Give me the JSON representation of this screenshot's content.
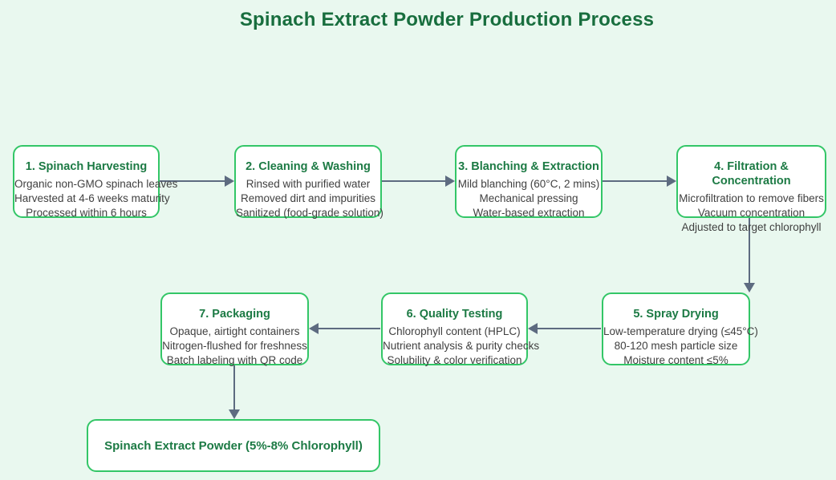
{
  "diagram": {
    "title": "Spinach Extract Powder Production Process",
    "colors": {
      "background": "#e9f8ef",
      "node_border": "#33c667",
      "node_fill": "#ffffff",
      "title_text": "#186e3e",
      "node_title_text": "#1c7a44",
      "body_text": "#404040",
      "arrow": "#5d6b80"
    },
    "steps": [
      {
        "title": "1. Spinach Harvesting",
        "lines": [
          "Organic non-GMO spinach leaves",
          "Harvested at 4-6 weeks maturity",
          "Processed within 6 hours"
        ]
      },
      {
        "title": "2. Cleaning & Washing",
        "lines": [
          "Rinsed with purified water",
          "Removed dirt and impurities",
          "Sanitized (food-grade solution)"
        ]
      },
      {
        "title": "3. Blanching & Extraction",
        "lines": [
          "Mild blanching (60°C, 2 mins)",
          "Mechanical pressing",
          "Water-based extraction"
        ]
      },
      {
        "title": "4. Filtration & Concentration",
        "lines": [
          "Microfiltration to remove fibers",
          "Vacuum concentration",
          "Adjusted to target chlorophyll"
        ]
      },
      {
        "title": "5. Spray Drying",
        "lines": [
          "Low-temperature drying (≤45°C)",
          "80-120 mesh particle size",
          "Moisture content ≤5%"
        ]
      },
      {
        "title": "6. Quality Testing",
        "lines": [
          "Chlorophyll content (HPLC)",
          "Nutrient analysis & purity checks",
          "Solubility & color verification"
        ]
      },
      {
        "title": "7. Packaging",
        "lines": [
          "Opaque, airtight containers",
          "Nitrogen-flushed for freshness",
          "Batch labeling with QR code"
        ]
      }
    ],
    "final_node": {
      "label": "Spinach Extract Powder (5%-8% Chlorophyll)"
    },
    "edges": [
      {
        "from": "step-1",
        "to": "step-2",
        "direction": "right"
      },
      {
        "from": "step-2",
        "to": "step-3",
        "direction": "right"
      },
      {
        "from": "step-3",
        "to": "step-4",
        "direction": "right"
      },
      {
        "from": "step-4",
        "to": "step-5",
        "direction": "down"
      },
      {
        "from": "step-5",
        "to": "step-6",
        "direction": "left"
      },
      {
        "from": "step-6",
        "to": "step-7",
        "direction": "left"
      },
      {
        "from": "step-7",
        "to": "final-product",
        "direction": "down"
      }
    ]
  }
}
